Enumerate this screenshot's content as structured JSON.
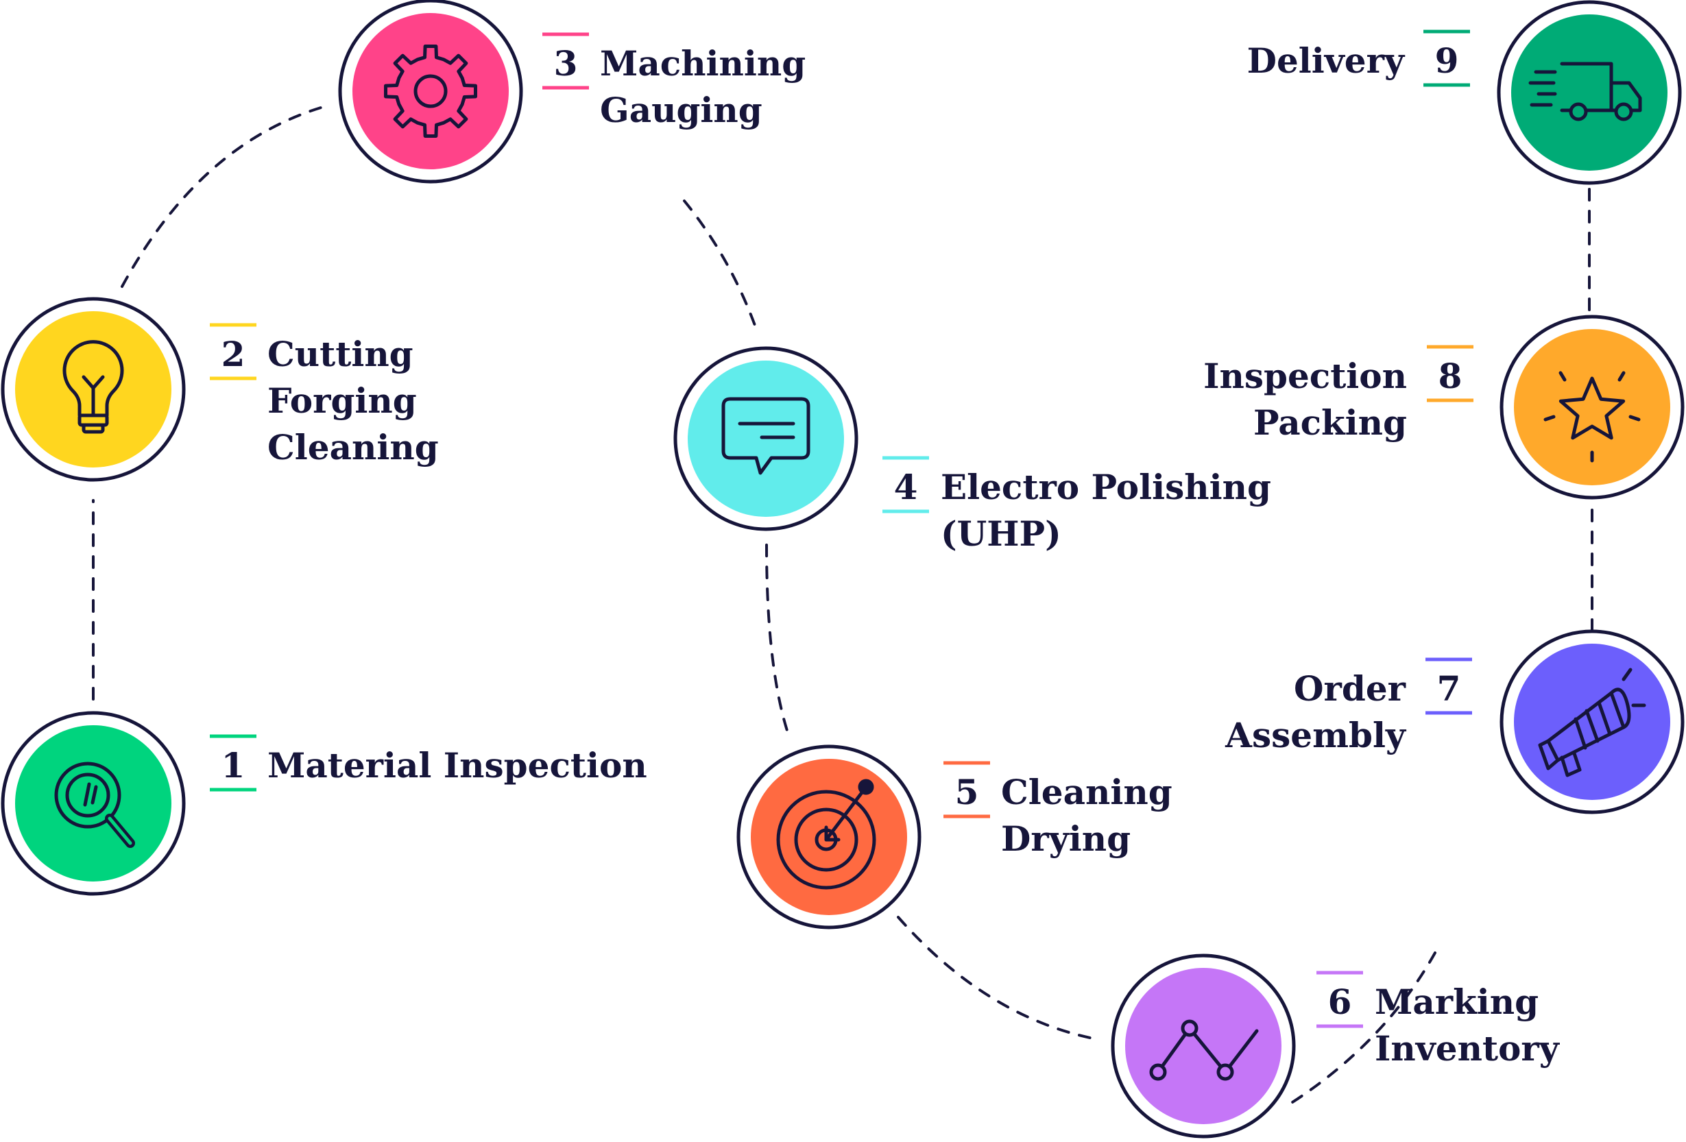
{
  "steps": [
    {
      "number": "1",
      "lines": [
        "Material Inspection"
      ],
      "color": "#00d47e",
      "icon": "magnifier-icon"
    },
    {
      "number": "2",
      "lines": [
        "Cutting",
        "Forging",
        "Cleaning"
      ],
      "color": "#ffd61f",
      "icon": "lightbulb-icon"
    },
    {
      "number": "3",
      "lines": [
        "Machining",
        "Gauging"
      ],
      "color": "#ff4389",
      "icon": "gear-icon"
    },
    {
      "number": "4",
      "lines": [
        "Electro Polishing",
        "(UHP)"
      ],
      "color": "#61eceb",
      "icon": "chat-bubble-icon"
    },
    {
      "number": "5",
      "lines": [
        "Cleaning",
        "Drying"
      ],
      "color": "#ff6a41",
      "icon": "target-icon"
    },
    {
      "number": "6",
      "lines": [
        "Marking",
        "Inventory"
      ],
      "color": "#c576f7",
      "icon": "line-graph-icon"
    },
    {
      "number": "7",
      "lines": [
        "Order",
        "Assembly"
      ],
      "color": "#6c5ffc",
      "icon": "megaphone-icon"
    },
    {
      "number": "8",
      "lines": [
        "Inspection",
        "Packing"
      ],
      "color": "#ffa92b",
      "icon": "star-icon"
    },
    {
      "number": "9",
      "lines": [
        "Delivery"
      ],
      "color": "#00ab76",
      "icon": "truck-icon"
    }
  ],
  "colors": {
    "ink": "#16153a",
    "background": "#ffffff"
  }
}
